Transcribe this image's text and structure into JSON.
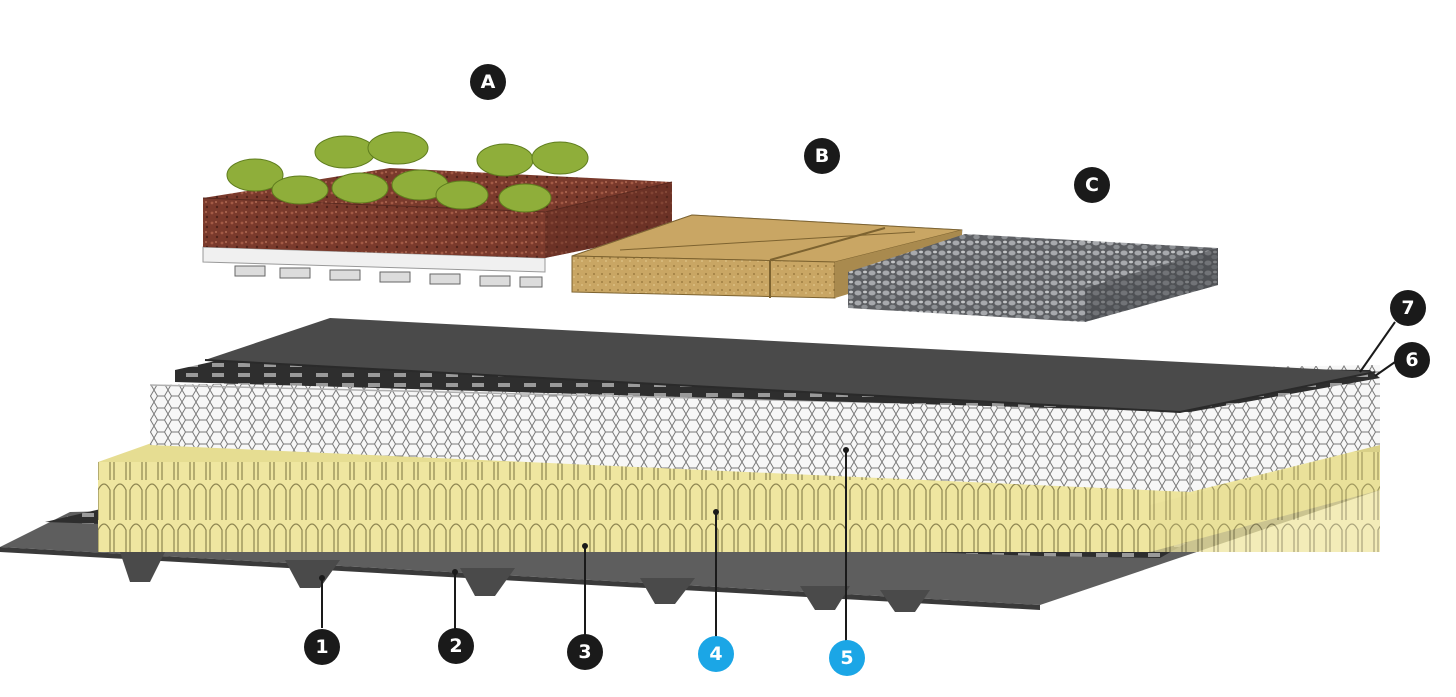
{
  "markers": [
    {
      "id": "A",
      "label": "A",
      "color": "#1a1a1a"
    },
    {
      "id": "B",
      "label": "B",
      "color": "#1a1a1a"
    },
    {
      "id": "C",
      "label": "C",
      "color": "#1a1a1a"
    },
    {
      "id": "7",
      "label": "7",
      "color": "#1a1a1a"
    },
    {
      "id": "6",
      "label": "6",
      "color": "#1a1a1a"
    },
    {
      "id": "1",
      "label": "1",
      "color": "#1a1a1a"
    },
    {
      "id": "2",
      "label": "2",
      "color": "#1a1a1a"
    },
    {
      "id": "3",
      "label": "3",
      "color": "#1a1a1a"
    },
    {
      "id": "4",
      "label": "4",
      "color": "#1ba6e6"
    },
    {
      "id": "5",
      "label": "5",
      "color": "#1ba6e6"
    }
  ],
  "colors": {
    "soil": "#7a3a2c",
    "plants": "#8fae3a",
    "pavers": "#c9a664",
    "gravel": "#8a8c90",
    "membrane": "#4a4a4a",
    "insulation_eps": "#f4f4f4",
    "insulation_mineral_wool": "#efe6a0",
    "deck": "#5e5e5e"
  }
}
